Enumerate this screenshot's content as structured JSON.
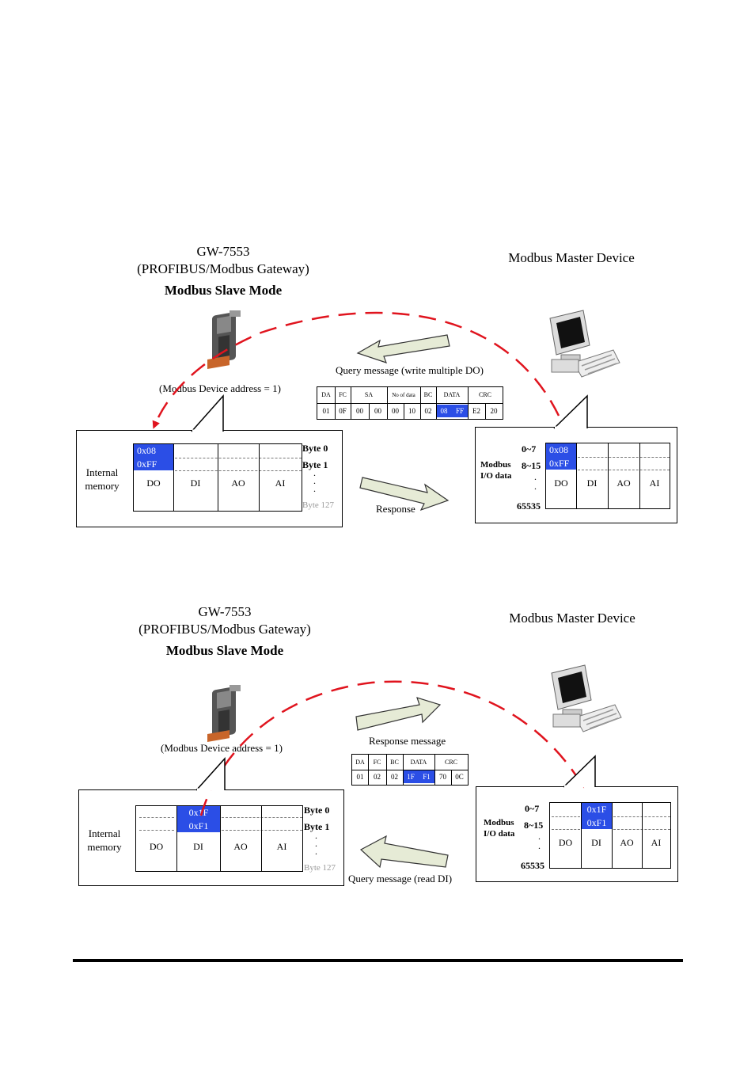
{
  "diagram1": {
    "gateway_title": "GW-7553",
    "gateway_subtitle": "(PROFIBUS/Modbus Gateway)",
    "mode": "Modbus Slave Mode",
    "master_title": "Modbus Master Device",
    "device_address": "(Modbus Device address = 1)",
    "query_label": "Query message (write multiple DO)",
    "response_label": "Response",
    "packet_headers": [
      "DA",
      "FC",
      "SA",
      "No of data",
      "BC",
      "DATA",
      "CRC"
    ],
    "packet_values": [
      "01",
      "0F",
      "00",
      "00",
      "00",
      "10",
      "02",
      "08",
      "FF",
      "E2",
      "20"
    ],
    "memory_label": "Internal memory",
    "memory_values": [
      "0x08",
      "0xFF"
    ],
    "columns": [
      "DO",
      "DI",
      "AO",
      "AI"
    ],
    "byte_labels": [
      "Byte 0",
      "Byte 1",
      "Byte 127"
    ],
    "io_label": "Modbus I/O data",
    "io_ranges": [
      "0~7",
      "8~15",
      "65535"
    ],
    "io_values": [
      "0x08",
      "0xFF"
    ]
  },
  "diagram2": {
    "gateway_title": "GW-7553",
    "gateway_subtitle": "(PROFIBUS/Modbus Gateway)",
    "mode": "Modbus Slave Mode",
    "master_title": "Modbus Master Device",
    "device_address": "(Modbus Device address = 1)",
    "response_label": "Response message",
    "query_label": "Query message (read DI)",
    "packet_headers": [
      "DA",
      "FC",
      "BC",
      "DATA",
      "CRC"
    ],
    "packet_values": [
      "01",
      "02",
      "02",
      "1F",
      "F1",
      "70",
      "0C"
    ],
    "memory_label": "Internal memory",
    "memory_values": [
      "0x1F",
      "0xF1"
    ],
    "columns": [
      "DO",
      "DI",
      "AO",
      "AI"
    ],
    "byte_labels": [
      "Byte 0",
      "Byte 1",
      "Byte 127"
    ],
    "io_label": "Modbus I/O data",
    "io_ranges": [
      "0~7",
      "8~15",
      "65535"
    ],
    "io_values": [
      "0x1F",
      "0xF1"
    ]
  },
  "colors": {
    "highlight": "#2b4ee6",
    "dashed_arrow": "#e0141e",
    "block_arrow": "#e6ebd6"
  }
}
